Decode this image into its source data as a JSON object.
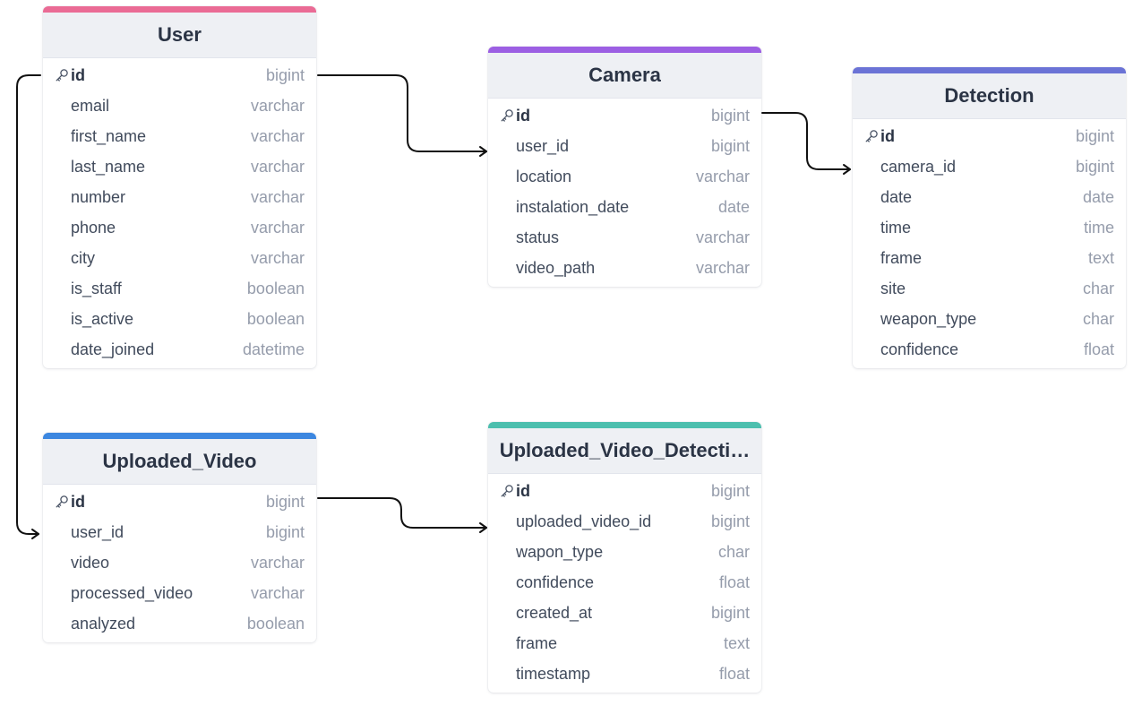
{
  "colors": {
    "user_accent": "#ea6b95",
    "camera_accent": "#9c5fe3",
    "detection_accent": "#6b73d6",
    "uploaded_video_accent": "#3c87e0",
    "uploaded_video_detection_accent": "#4cbfae",
    "header_bg": "#eef0f4",
    "connector": "#111111"
  },
  "icons": {
    "primary_key": "key-icon"
  },
  "tables": {
    "user": {
      "title": "User",
      "fields": [
        {
          "name": "id",
          "type": "bigint",
          "pk": true
        },
        {
          "name": "email",
          "type": "varchar"
        },
        {
          "name": "first_name",
          "type": "varchar"
        },
        {
          "name": "last_name",
          "type": "varchar"
        },
        {
          "name": "number",
          "type": "varchar"
        },
        {
          "name": "phone",
          "type": "varchar"
        },
        {
          "name": "city",
          "type": "varchar"
        },
        {
          "name": "is_staff",
          "type": "boolean"
        },
        {
          "name": "is_active",
          "type": "boolean"
        },
        {
          "name": "date_joined",
          "type": "datetime"
        }
      ]
    },
    "camera": {
      "title": "Camera",
      "fields": [
        {
          "name": "id",
          "type": "bigint",
          "pk": true
        },
        {
          "name": "user_id",
          "type": "bigint"
        },
        {
          "name": "location",
          "type": "varchar"
        },
        {
          "name": "instalation_date",
          "type": "date"
        },
        {
          "name": "status",
          "type": "varchar"
        },
        {
          "name": "video_path",
          "type": "varchar"
        }
      ]
    },
    "detection": {
      "title": "Detection",
      "fields": [
        {
          "name": "id",
          "type": "bigint",
          "pk": true
        },
        {
          "name": "camera_id",
          "type": "bigint"
        },
        {
          "name": "date",
          "type": "date"
        },
        {
          "name": "time",
          "type": "time"
        },
        {
          "name": "frame",
          "type": "text"
        },
        {
          "name": "site",
          "type": "char"
        },
        {
          "name": "weapon_type",
          "type": "char"
        },
        {
          "name": "confidence",
          "type": "float"
        }
      ]
    },
    "uploaded_video": {
      "title": "Uploaded_Video",
      "fields": [
        {
          "name": "id",
          "type": "bigint",
          "pk": true
        },
        {
          "name": "user_id",
          "type": "bigint"
        },
        {
          "name": "video",
          "type": "varchar"
        },
        {
          "name": "processed_video",
          "type": "varchar"
        },
        {
          "name": "analyzed",
          "type": "boolean"
        }
      ]
    },
    "uploaded_video_detection": {
      "title": "Uploaded_Video_Detecti…",
      "fields": [
        {
          "name": "id",
          "type": "bigint",
          "pk": true
        },
        {
          "name": "uploaded_video_id",
          "type": "bigint"
        },
        {
          "name": "wapon_type",
          "type": "char"
        },
        {
          "name": "confidence",
          "type": "float"
        },
        {
          "name": "created_at",
          "type": "bigint"
        },
        {
          "name": "frame",
          "type": "text"
        },
        {
          "name": "timestamp",
          "type": "float"
        }
      ]
    }
  }
}
